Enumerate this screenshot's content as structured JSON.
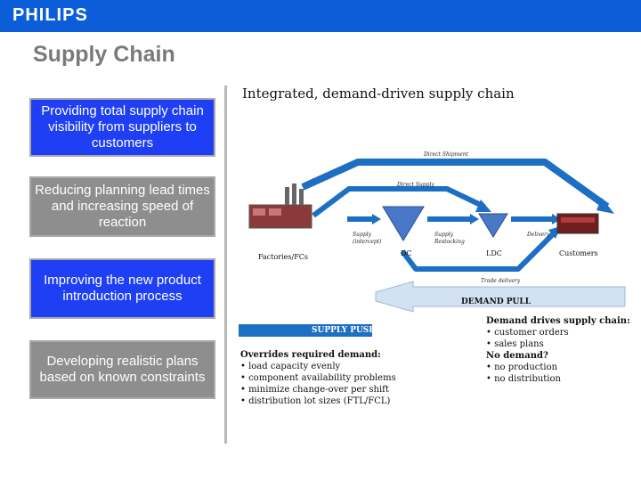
{
  "header": {
    "logo_text": "PHILIPS",
    "brand_color": "#0b5ed7"
  },
  "slide": {
    "title": "Supply Chain"
  },
  "boxes": [
    {
      "text": "Providing total supply chain visibility from suppliers to customers",
      "color": "blue"
    },
    {
      "text": "Reducing planning lead times and increasing speed of reaction",
      "color": "gray"
    },
    {
      "text": "Improving the new product introduction process",
      "color": "blue"
    },
    {
      "text": "Developing realistic plans based on known constraints",
      "color": "gray"
    }
  ],
  "diagram": {
    "heading": "Integrated, demand-driven supply chain",
    "labels": {
      "direct_shipment": "Direct Shipment",
      "direct_supply": "Direct Supply",
      "supply_intercept": "Supply (intercept)",
      "supply_restocking": "Supply Restocking",
      "delivery": "Delivery",
      "factories": "Factories/FCs",
      "dc": "DC",
      "ldc": "LDC",
      "customers": "Customers",
      "trade_delivery": "Trade delivery",
      "demand_pull": "DEMAND PULL",
      "supply_push": "SUPPLY PUSH"
    },
    "push_list": {
      "heading": "Overrides required demand:",
      "items": [
        "• load capacity evenly",
        "• component availability problems",
        "• minimize change-over per shift",
        "• distribution lot sizes (FTL/FCL)"
      ]
    },
    "pull_list": {
      "heading": "Demand drives supply chain:",
      "items": [
        "• customer orders",
        "• sales plans"
      ],
      "heading2": "No demand?",
      "items2": [
        "• no production",
        "• no distribution"
      ]
    },
    "colors": {
      "arrow_blue": "#1c6fc2",
      "demand_arrow": "#d2e2f3",
      "triangle": "#4a78c8"
    }
  }
}
